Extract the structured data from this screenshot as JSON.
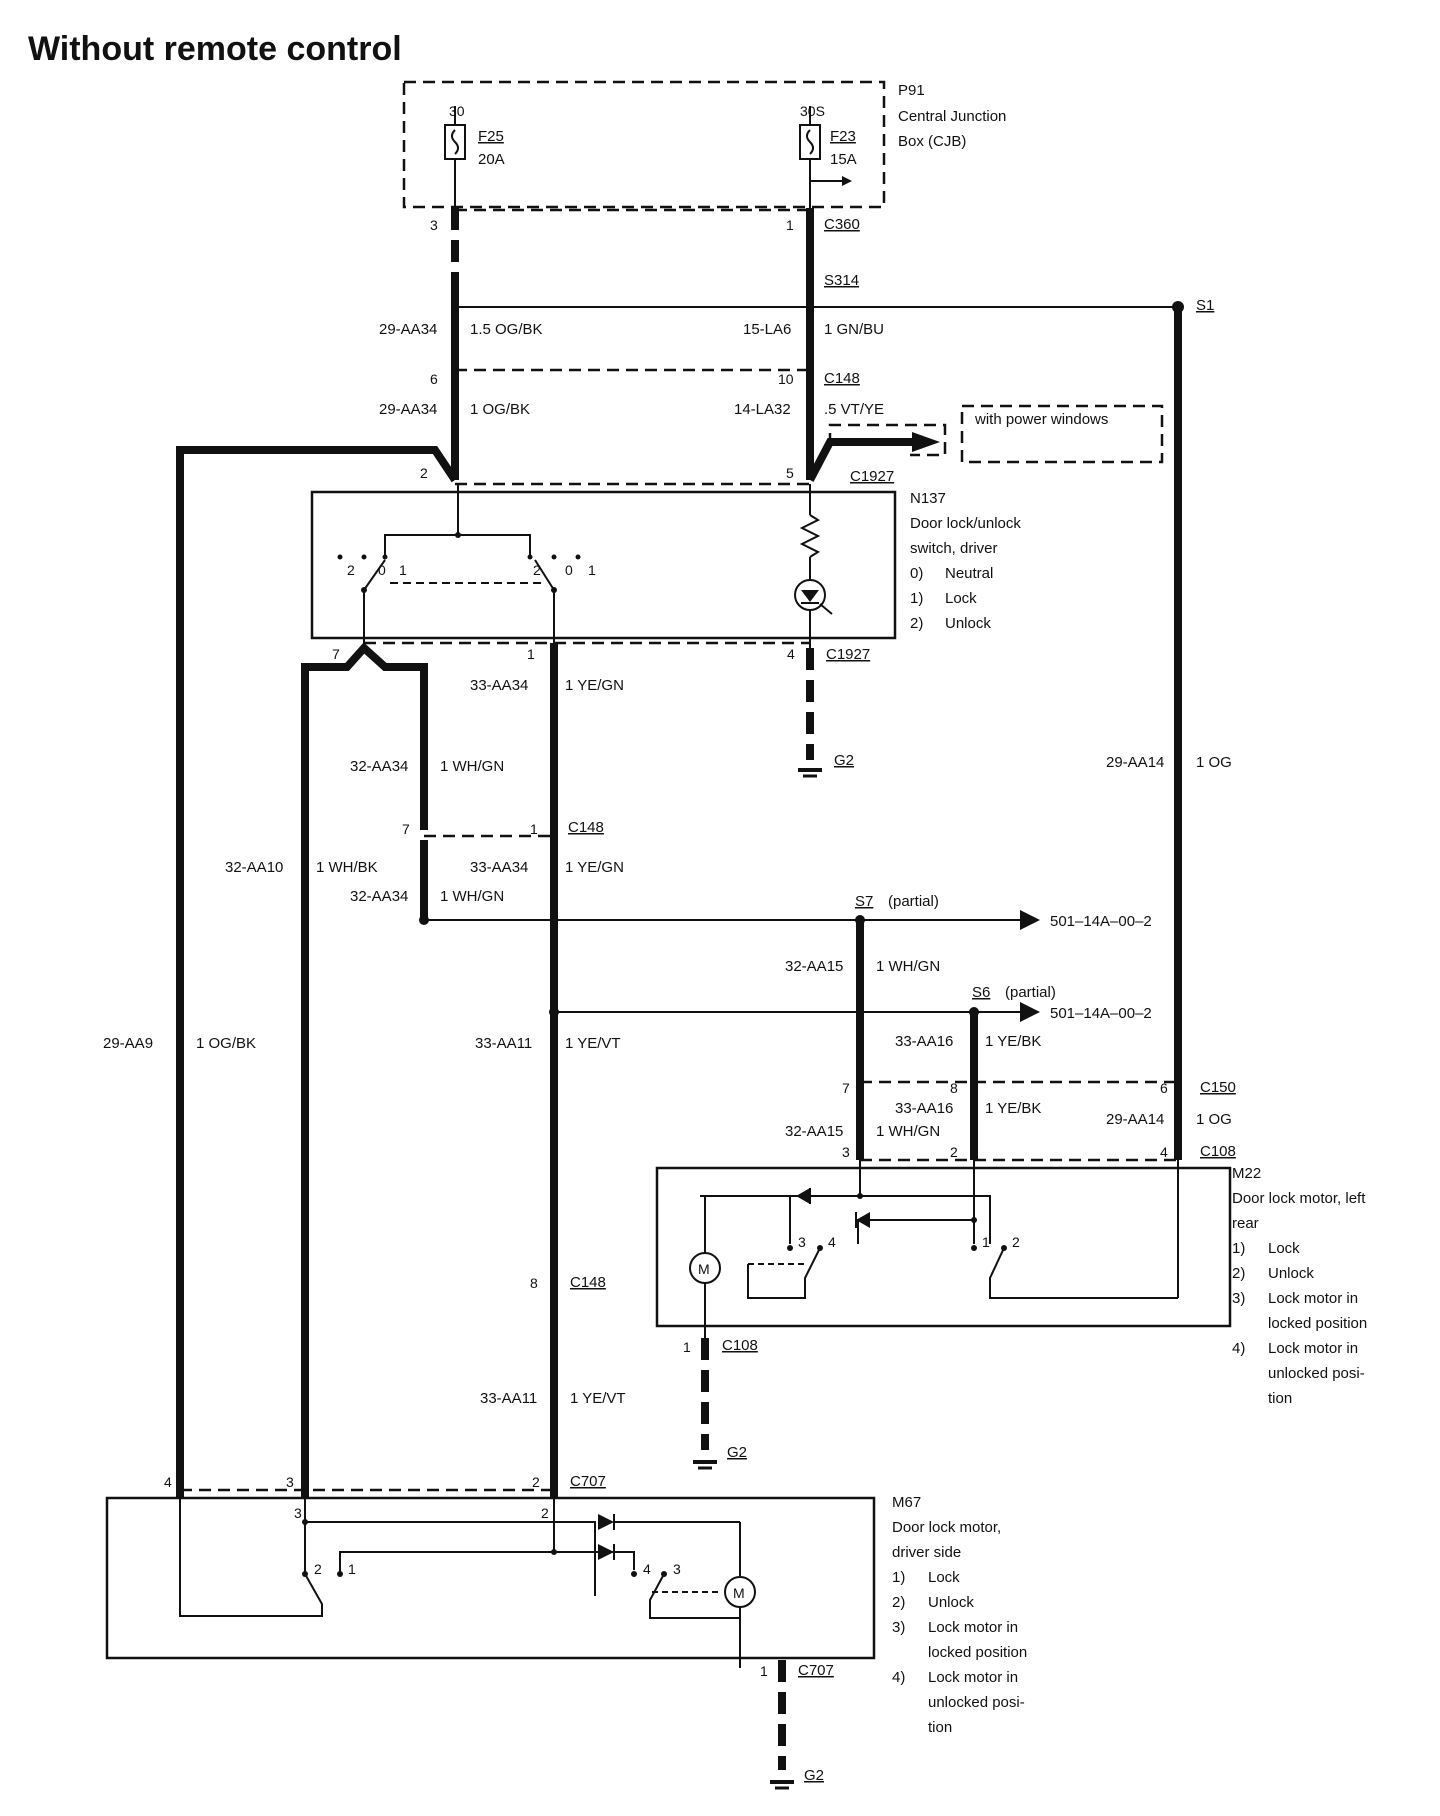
{
  "title": "Without remote control",
  "components": {
    "p91": {
      "id": "P91",
      "line1": "Central Junction",
      "line2": "Box (CJB)",
      "f25": "F25",
      "f25_rating": "20A",
      "f23": "F23",
      "f23_rating": "15A",
      "t30": "30",
      "t30s": "30S"
    },
    "n137": {
      "id": "N137",
      "line1": "Door lock/unlock",
      "line2": "switch, driver",
      "legend": [
        [
          "0)",
          "Neutral"
        ],
        [
          "1)",
          "Lock"
        ],
        [
          "2)",
          "Unlock"
        ]
      ]
    },
    "m22": {
      "id": "M22",
      "line1": "Door lock motor, left",
      "line2": "rear",
      "legend": [
        [
          "1)",
          "Lock"
        ],
        [
          "2)",
          "Unlock"
        ],
        [
          "3)",
          "Lock motor in"
        ],
        [
          "",
          "locked position"
        ],
        [
          "4)",
          "Lock motor in"
        ],
        [
          "",
          "unlocked posi-"
        ],
        [
          "",
          "tion"
        ]
      ]
    },
    "m67": {
      "id": "M67",
      "line1": "Door lock motor,",
      "line2": "driver side",
      "legend": [
        [
          "1)",
          "Lock"
        ],
        [
          "2)",
          "Unlock"
        ],
        [
          "3)",
          "Lock motor in"
        ],
        [
          "",
          "locked position"
        ],
        [
          "4)",
          "Lock motor in"
        ],
        [
          "",
          "unlocked posi-"
        ],
        [
          "",
          "tion"
        ]
      ]
    }
  },
  "connectors": {
    "c360": "C360",
    "s314": "S314",
    "s1": "S1",
    "c148": "C148",
    "c1927": "C1927",
    "g2": "G2",
    "c150": "C150",
    "c108": "C108",
    "c707": "C707",
    "s7": "S7",
    "s6": "S6",
    "partial": "(partial)",
    "ref": "501–14A–00–2",
    "with_power_windows": "with power windows",
    "motor": "M"
  },
  "wires": {
    "w29aa34": "29-AA34",
    "w15og": "1.5 OG/BK",
    "w15la6": "15-LA6",
    "w1gnbu": "1 GN/BU",
    "w1ogbk": "1 OG/BK",
    "w14la32": "14-LA32",
    "w5vtye": ".5 VT/YE",
    "w33aa34": "33-AA34",
    "w1yegn": "1 YE/GN",
    "w32aa34": "32-AA34",
    "w1whgn": "1 WH/GN",
    "w32aa10": "32-AA10",
    "w1whbk": "1 WH/BK",
    "w29aa14": "29-AA14",
    "w1og": "1 OG",
    "w32aa15": "32-AA15",
    "w33aa11": "33-AA11",
    "w1yevt": "1 YE/VT",
    "w33aa16": "33-AA16",
    "w1yebk": "1 YE/BK",
    "w29aa9": "29-AA9"
  },
  "pins": {
    "p0": "0",
    "p1": "1",
    "p2": "2",
    "p3": "3",
    "p4": "4",
    "p5": "5",
    "p6": "6",
    "p7": "7",
    "p8": "8",
    "p10": "10"
  }
}
